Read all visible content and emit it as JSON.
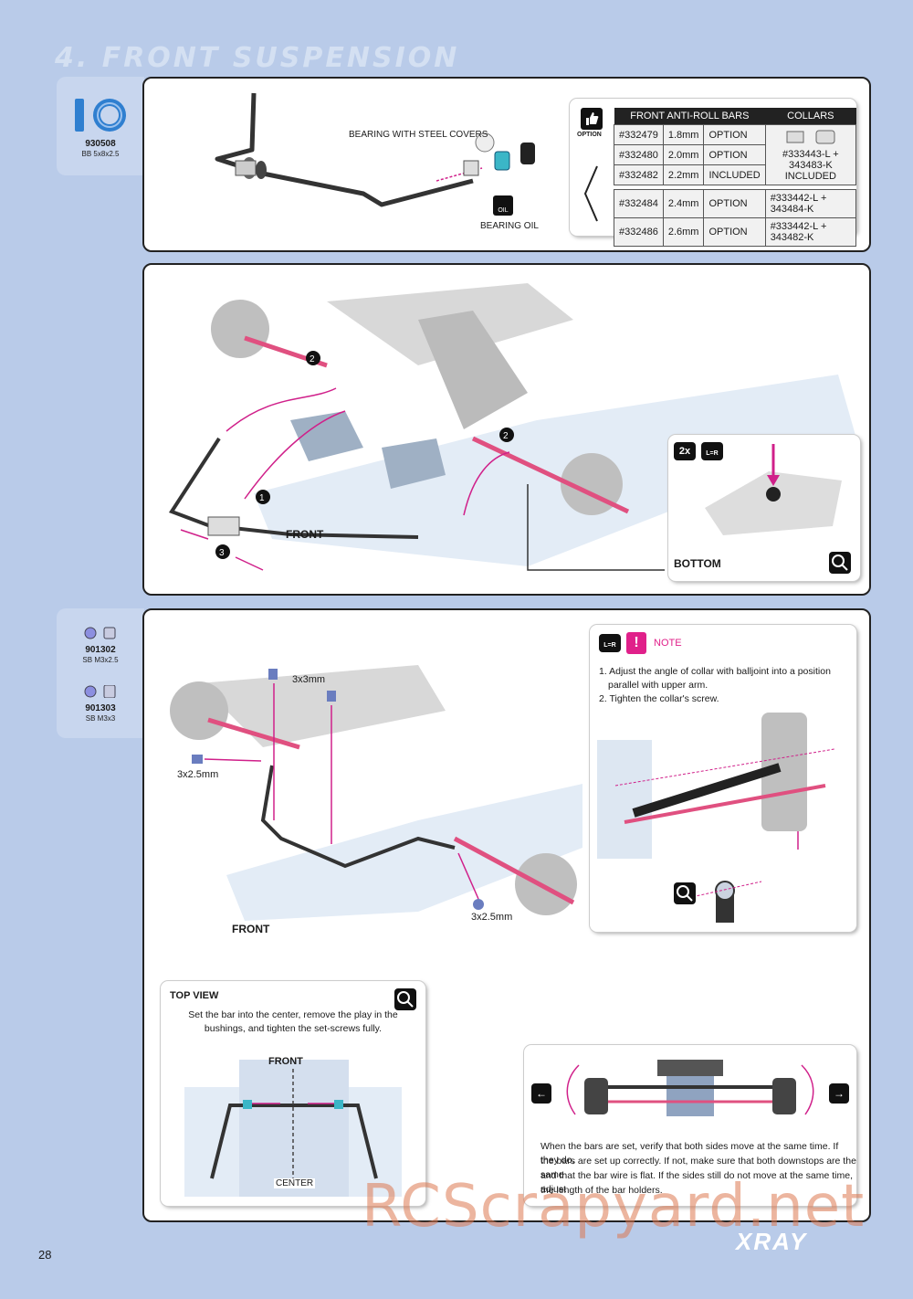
{
  "header": {
    "title": "4. FRONT SUSPENSION"
  },
  "parts": [
    {
      "number": "930508",
      "desc": "BB 5x8x2.5"
    },
    {
      "number": "901302",
      "desc": "SB M3x2.5"
    },
    {
      "number": "901303",
      "desc": "SB M3x3"
    }
  ],
  "step1": {
    "bearing_label": "BEARING WITH STEEL COVERS",
    "oil_label": "BEARING OIL",
    "oil_icon": "OIL",
    "option_label": "OPTION",
    "table": {
      "head_bars": "FRONT ANTI-ROLL BARS",
      "head_collars": "COLLARS",
      "rows": [
        {
          "part": "#332479",
          "size": "1.8mm",
          "status": "OPTION"
        },
        {
          "part": "#332480",
          "size": "2.0mm",
          "status": "OPTION"
        },
        {
          "part": "#332482",
          "size": "2.2mm",
          "status": "INCLUDED"
        },
        {
          "part": "#332484",
          "size": "2.4mm",
          "status": "OPTION",
          "collar": "#333442-L + 343484-K"
        },
        {
          "part": "#332486",
          "size": "2.6mm",
          "status": "OPTION",
          "collar": "#333442-L + 343482-K"
        }
      ],
      "collar_group": "#333443-L + 343483-K",
      "collar_group_status": "INCLUDED"
    }
  },
  "step2": {
    "front_label": "FRONT",
    "bottom_label": "BOTTOM",
    "count": "2x",
    "lr": "L=R",
    "detail": "DETAIL",
    "markers": [
      "2",
      "2",
      "1",
      "3"
    ]
  },
  "step3": {
    "screw_3x3": "3x3mm",
    "screw_left": "3x2.5mm",
    "screw_right": "3x2.5mm",
    "front_label": "FRONT",
    "note_title": "NOTE",
    "note_lines": [
      "1. Adjust the angle of collar with balljoint into a position",
      "parallel with upper arm.",
      "2. Tighten the collar's screw."
    ],
    "detail": "DETAIL",
    "lr": "L=R",
    "topview_title": "TOP VIEW",
    "topview_text_1": "Set the bar into the center, remove the play in the",
    "topview_text_2": "bushings, and tighten the set-screws fully.",
    "topview_front": "FRONT",
    "topview_center": "CENTER",
    "check_text": [
      "When the bars are set, verify that both sides move at the same time. If they do,",
      "the bars are set up correctly. If not, make sure that both downstops are the same",
      "and that the bar wire is flat. If the sides still do not move at the same time, adjust",
      "the length of the bar holders."
    ]
  },
  "footer": {
    "page": "28",
    "brand": "XRAY",
    "watermark": "RCScrapyard.net"
  }
}
